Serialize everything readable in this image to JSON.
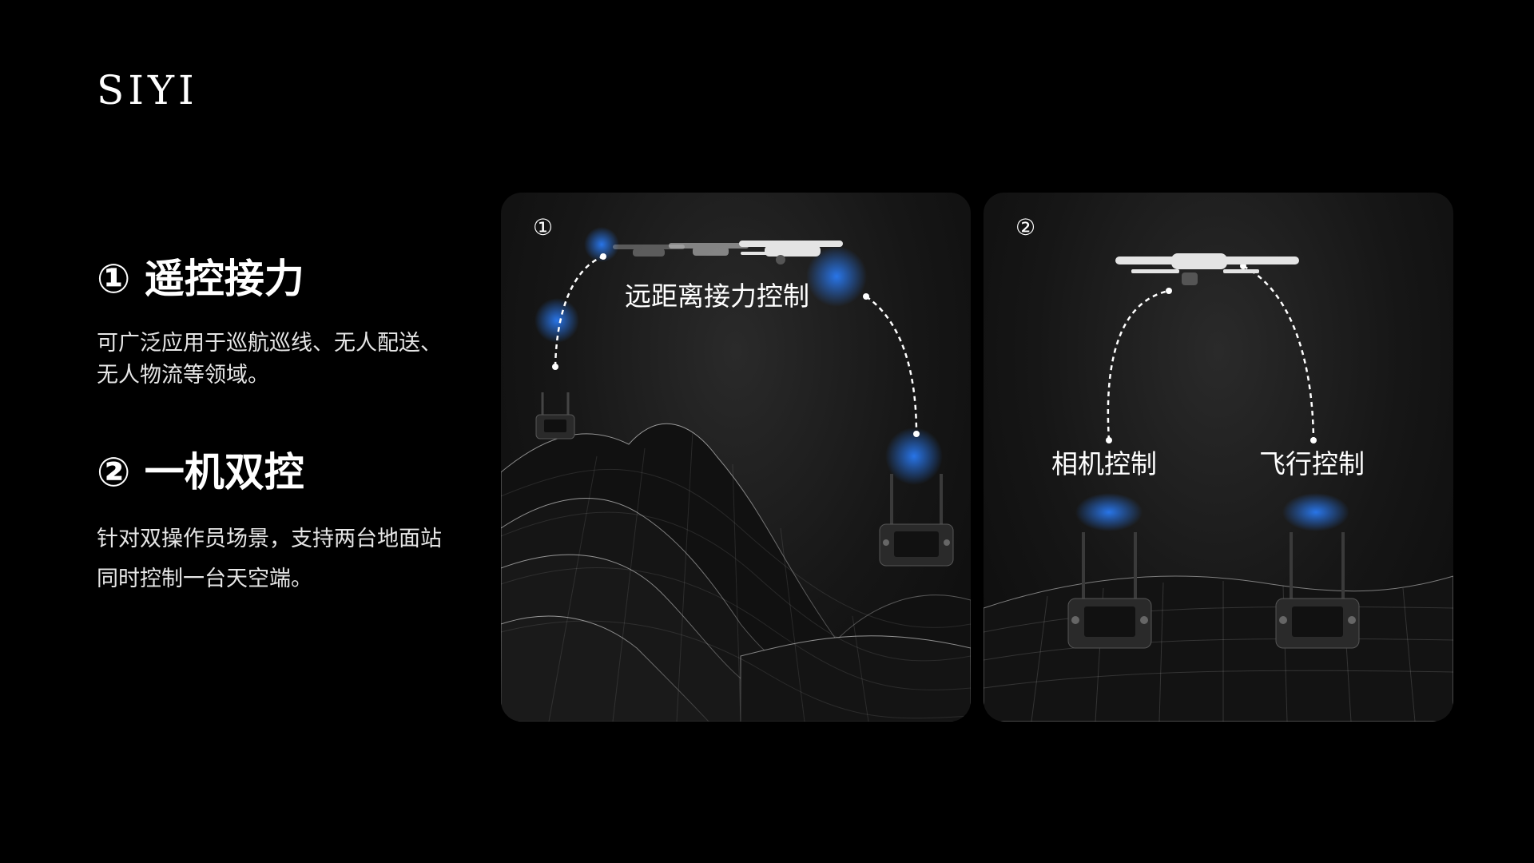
{
  "brand": {
    "logo_text": "SIYI"
  },
  "sections": [
    {
      "title": "① 遥控接力",
      "desc": "可广泛应用于巡航巡线、无人配送、无人物流等领域。"
    },
    {
      "title": "② 一机双控",
      "desc": "针对双操作员场景，支持两台地面站同时控制一台天空端。"
    }
  ],
  "panels": [
    {
      "number": "①",
      "labels": [
        "远距离接力控制"
      ]
    },
    {
      "number": "②",
      "labels": [
        "相机控制",
        "飞行控制"
      ]
    }
  ],
  "colors": {
    "background": "#000000",
    "text": "#ffffff",
    "signal_blue": "#1e6fd9"
  }
}
